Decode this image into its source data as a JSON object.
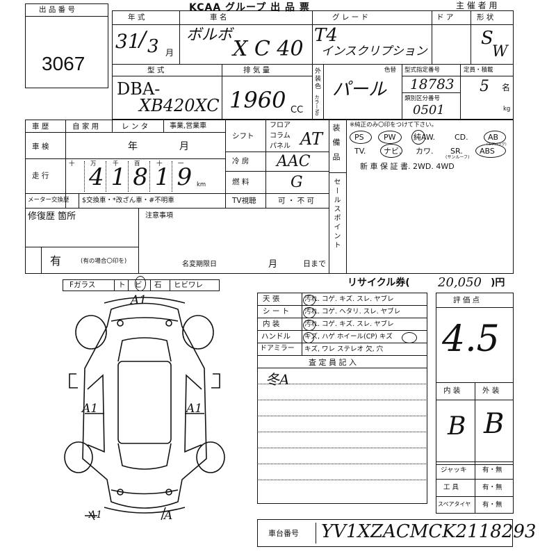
{
  "header": {
    "title": "KCAA グループ  出 品 票",
    "organizer_label": "主 催 者 用",
    "lot_label": "出 品 番 号",
    "lot_number": "3067"
  },
  "row1": {
    "year_label": "年   式",
    "maker_label": "車        名",
    "grade_label": "グ  レ  ー  ド",
    "doors_label": "ド ア",
    "shape_label": "形 状",
    "year_value": "31",
    "month_value": "3",
    "month_unit": "月",
    "maker_value": "ボルボ",
    "model_value": "X C 40",
    "grade_line1": "T4",
    "grade_line2": "インスクリプション",
    "shape_line1": "S",
    "shape_line2": "W"
  },
  "row2": {
    "type_label": "型        式",
    "displacement_label": "排  気  量",
    "exterior_color_label": "外装色",
    "color_code_label": "カラーNo",
    "color_change_label": "色替",
    "type_designation_label": "型式指定番号",
    "category_label": "類別区分番号",
    "capacity_label": "定員・積載",
    "type_line1": "DBA-",
    "type_line2": "XB420XC",
    "displacement_value": "1960",
    "cc_unit": "CC",
    "color_value": "パール",
    "type_designation_value": "18783",
    "category_value": "0501",
    "capacity_value": "5",
    "capacity_unit": "名",
    "kg_unit": "kg"
  },
  "row3": {
    "history_label": "車  歴",
    "private_label": "自 家 用",
    "rental_label": "レ ン タ",
    "business_label": "事業,営業車",
    "inspection_label": "車  検",
    "inspection_year": "年",
    "inspection_month": "月",
    "mileage_label": "走  行",
    "digit_headers": [
      "十",
      "万",
      "千",
      "百",
      "十",
      "一"
    ],
    "mileage_value": "41819",
    "km_unit": "km",
    "meter_label": "メーター交換歴",
    "meter_notes": "$交換車・*改ざん車・#不明車",
    "shift_label": "シフト",
    "shift_options": [
      "フロア",
      "コラム",
      "パネル"
    ],
    "shift_value": "AT",
    "ac_label": "冷  房",
    "ac_value": "AAC",
    "fuel_label": "燃  料",
    "fuel_value": "G",
    "tv_label": "TV視聴",
    "tv_value": "可 ・ 不 可"
  },
  "equipment": {
    "side_label": "装備品",
    "note": "※純正のみ〇印をつけて下さい。",
    "row1": [
      "PS",
      "PW",
      "純AW.",
      "CD.",
      "AB"
    ],
    "row2": [
      "TV.",
      "ナビ.",
      "カワ.",
      "SR.",
      "ABS"
    ],
    "sunroof_note": "(サンルーフ)",
    "airbag_note": "(エアバッグ)",
    "row3": "新 車 保 証 書.  2WD.   4WD"
  },
  "sales_point_label": "セールスポイント",
  "repair": {
    "label": "修復歴   箇所",
    "value": "有",
    "note": "(有の場合〇印を)",
    "caution_label": "注意事項",
    "name_change_label": "名変期限日",
    "month_unit": "月",
    "day_unit": "日まで"
  },
  "glass": {
    "items": [
      "Fガラス",
      "ト",
      "ビ",
      "石",
      "ヒビワレ"
    ]
  },
  "diagram_marks": [
    "A1",
    "A1",
    "A1",
    "A",
    "A1"
  ],
  "recycle": {
    "label": "リサイクル券(",
    "value": "20,050",
    "unit": ")円"
  },
  "interior": {
    "rows": [
      {
        "label": "天    張",
        "options": "汚れ. コゲ. キズ. スレ. ヤブレ"
      },
      {
        "label": "シ ー ト",
        "options": "汚れ. コゲ. ヘタリ. スレ. ヤブレ"
      },
      {
        "label": "内    装",
        "options": "汚れ. コゲ. キズ. スレ. ヤブレ"
      },
      {
        "label": "ハンドル",
        "options": "キズ, ハゲ  ホイール(CP)      キズ"
      },
      {
        "label": "ドアミラー",
        "options": "キズ, ワレ   ステレオ        欠, 穴"
      }
    ],
    "inspector_header": "査   定   員   記   入",
    "inspector_note": "冬A"
  },
  "grades": {
    "score_label": "評  価  点",
    "score_value": "4.5",
    "interior_label": "内  装",
    "exterior_label": "外  装",
    "interior_value": "B",
    "exterior_value": "B"
  },
  "accessories": {
    "jack_label": "ジャッキ",
    "tools_label": "工  具",
    "spare_label": "スペアタイヤ",
    "option_text": "有・無"
  },
  "chassis": {
    "label": "車台番号",
    "value": "YV1XZACMCK2118293"
  }
}
